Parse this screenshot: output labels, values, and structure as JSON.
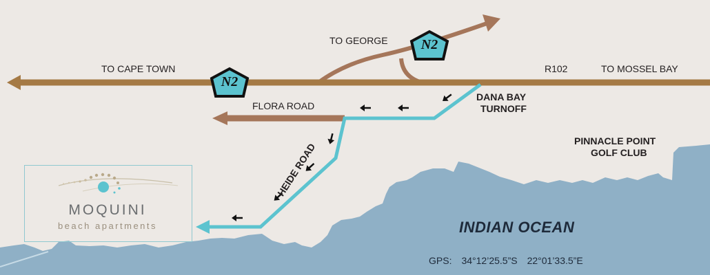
{
  "labels": {
    "to_cape_town": "TO CAPE TOWN",
    "to_george": "TO GEORGE",
    "r102": "R102",
    "to_mossel_bay": "TO MOSSEL BAY",
    "flora_road": "FLORA ROAD",
    "dana_bay_line1": "DANA BAY",
    "dana_bay_line2": "TURNOFF",
    "pinnacle_line1": "PINNACLE POINT",
    "pinnacle_line2": "GOLF CLUB",
    "heide_road": "HEIDE ROAD",
    "indian_ocean": "INDIAN OCEAN"
  },
  "shields": {
    "n2_left": "N2",
    "n2_right": "N2"
  },
  "gps": {
    "label": "GPS:",
    "lat": "34°12’25.5”S",
    "lon": "22°01’33.5”E"
  },
  "logo": {
    "name": "MOQUINI",
    "tagline": "beach apartments"
  },
  "colors": {
    "background": "#ede9e5",
    "ocean": "#8fb0c6",
    "main_road": "#a57a45",
    "secondary_road": "#a5765a",
    "route": "#5cc3cf",
    "shield_fill": "#5cc3cf"
  }
}
